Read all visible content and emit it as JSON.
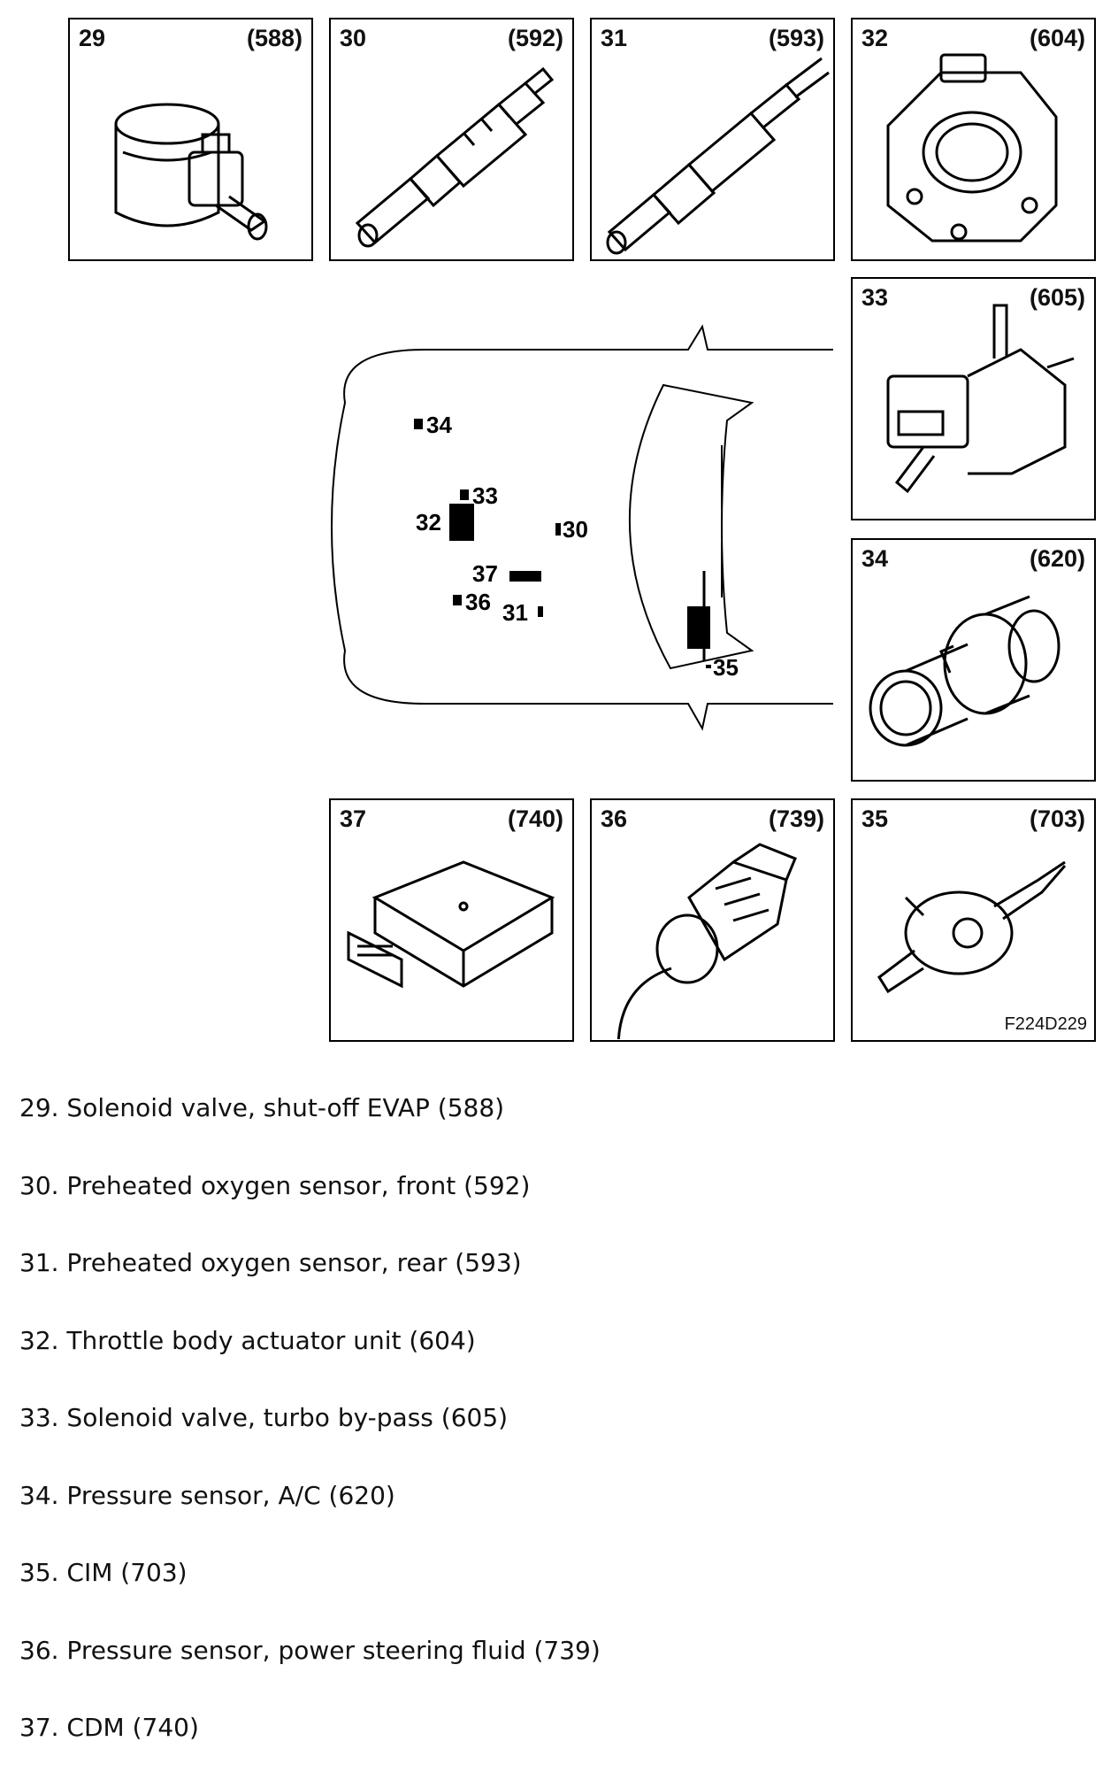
{
  "panels": [
    {
      "num": "29",
      "code": "(588)",
      "icon": "solenoid-valve-icon"
    },
    {
      "num": "30",
      "code": "(592)",
      "icon": "oxygen-sensor-icon"
    },
    {
      "num": "31",
      "code": "(593)",
      "icon": "oxygen-sensor-icon"
    },
    {
      "num": "32",
      "code": "(604)",
      "icon": "throttle-body-icon"
    },
    {
      "num": "33",
      "code": "(605)",
      "icon": "solenoid-valve-icon"
    },
    {
      "num": "34",
      "code": "(620)",
      "icon": "pressure-sensor-icon"
    },
    {
      "num": "37",
      "code": "(740)",
      "icon": "control-module-icon"
    },
    {
      "num": "36",
      "code": "(739)",
      "icon": "pressure-sensor-icon"
    },
    {
      "num": "35",
      "code": "(703)",
      "icon": "column-module-icon"
    }
  ],
  "figure_code": "F224D229",
  "car_labels": [
    "34",
    "33",
    "32",
    "30",
    "37",
    "36",
    "31",
    "35"
  ],
  "legend": [
    "29. Solenoid valve, shut-off EVAP (588)",
    "30. Preheated oxygen sensor, front (592)",
    "31. Preheated oxygen sensor, rear (593)",
    "32. Throttle body actuator unit (604)",
    "33. Solenoid valve, turbo by-pass (605)",
    "34. Pressure sensor, A/C (620)",
    "35. CIM (703)",
    "36. Pressure sensor, power steering fluid (739)",
    "37. CDM (740)"
  ]
}
